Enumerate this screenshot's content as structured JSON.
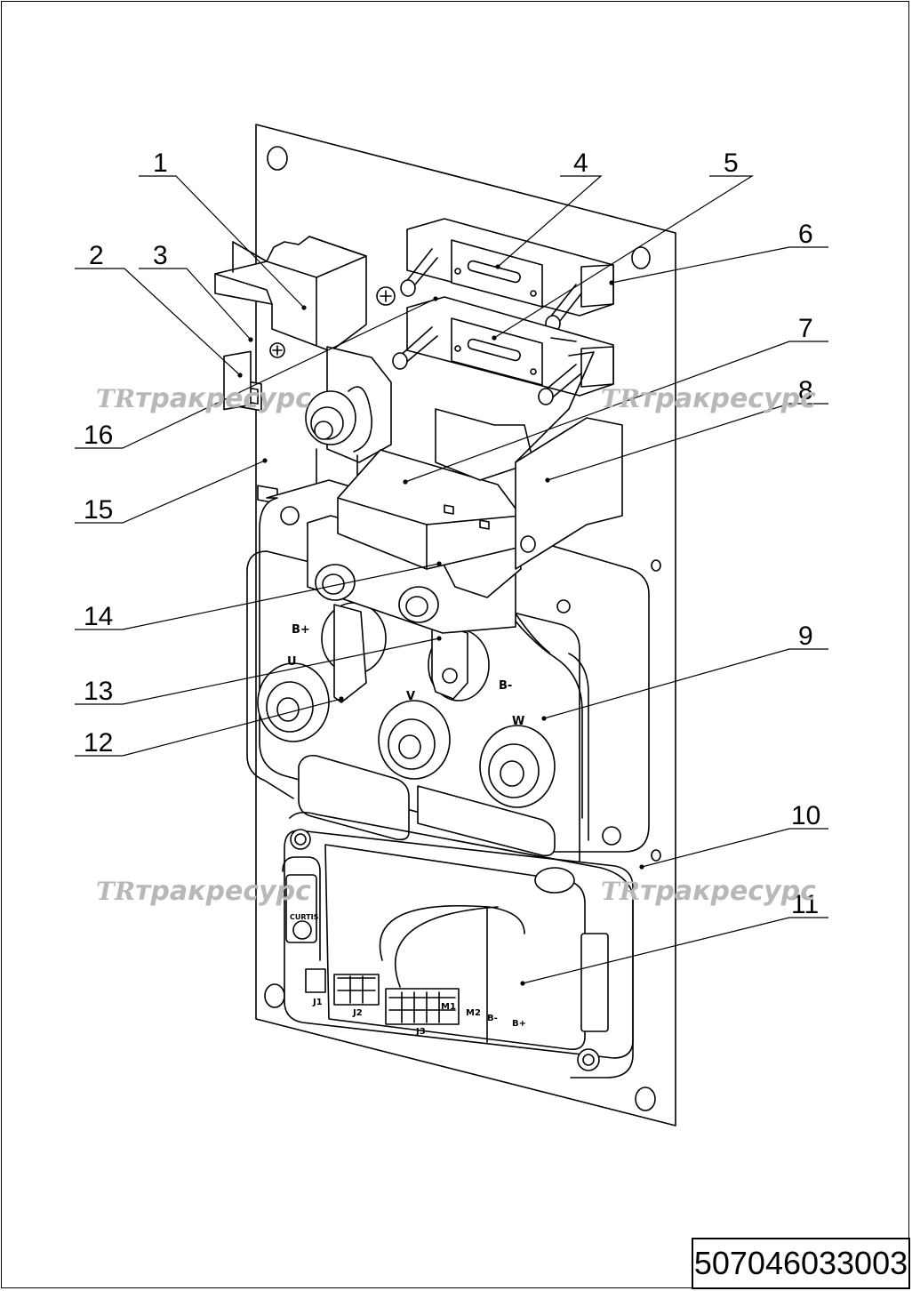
{
  "document_number": "507046033003",
  "watermark": {
    "logo": "TR",
    "text": "тракресурс"
  },
  "callouts": [
    "1",
    "2",
    "3",
    "4",
    "5",
    "6",
    "7",
    "8",
    "9",
    "10",
    "11",
    "12",
    "13",
    "14",
    "15",
    "16"
  ],
  "terminal_marks": {
    "b_plus": "B+",
    "b_minus": "B-",
    "u": "U",
    "v": "V",
    "w": "W"
  },
  "controller_marks": {
    "brand": "CURTIS",
    "j1": "J1",
    "j2": "J2",
    "j3": "J3",
    "m1": "M1",
    "m2": "M2",
    "b_minus": "B-",
    "b_plus": "B+"
  },
  "colors": {
    "line": "#000000",
    "watermark": "#b8b8b8",
    "background": "#ffffff"
  }
}
